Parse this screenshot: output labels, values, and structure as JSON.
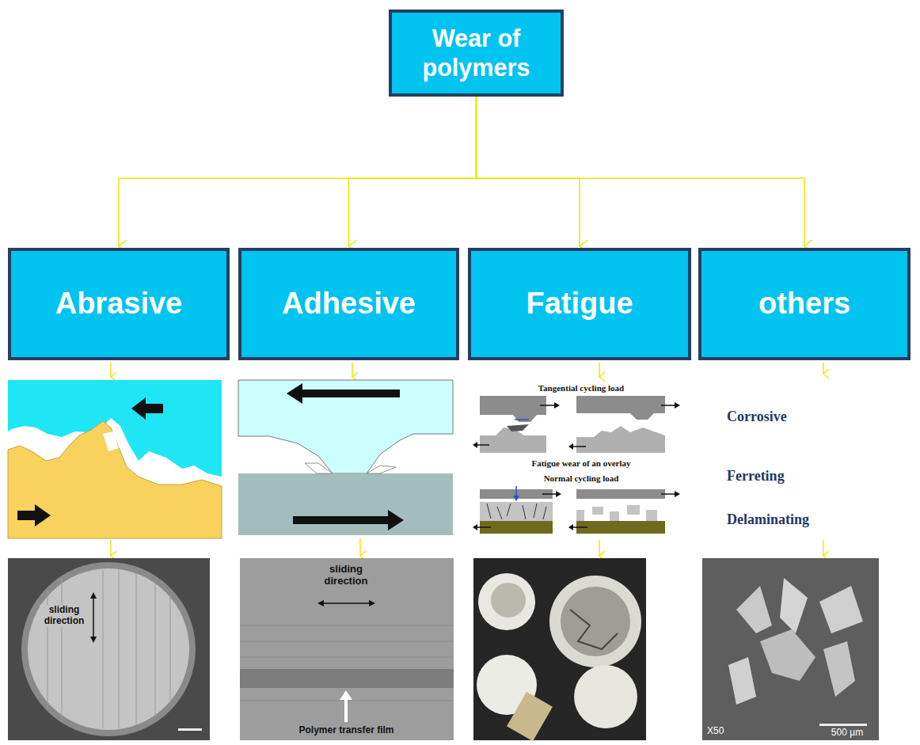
{
  "diagram": {
    "nodes": [
      {
        "text": [
          "Wear of polymers"
        ]
      },
      {
        "text": [
          "Abrasive"
        ]
      },
      {
        "text": [
          "Adhesive"
        ]
      },
      {
        "text": [
          "Fatigue"
        ]
      },
      {
        "text": [
          "others"
        ]
      }
    ],
    "edges": [
      {
        "from": 0,
        "to": 1,
        "arrow": "to"
      },
      {
        "from": 0,
        "to": 2,
        "arrow": "to"
      },
      {
        "from": 0,
        "to": 3,
        "arrow": "to"
      },
      {
        "from": 0,
        "to": 4,
        "arrow": "to"
      }
    ],
    "labels": [
      "Tangential cycling load",
      "Fatigue wear of an overlay",
      "Normal cycling load",
      "Corrosive",
      "Ferreting",
      "Delaminating",
      "sliding direction",
      "sliding direction",
      "Polymer transfer film",
      "X50",
      "500 µm"
    ]
  }
}
